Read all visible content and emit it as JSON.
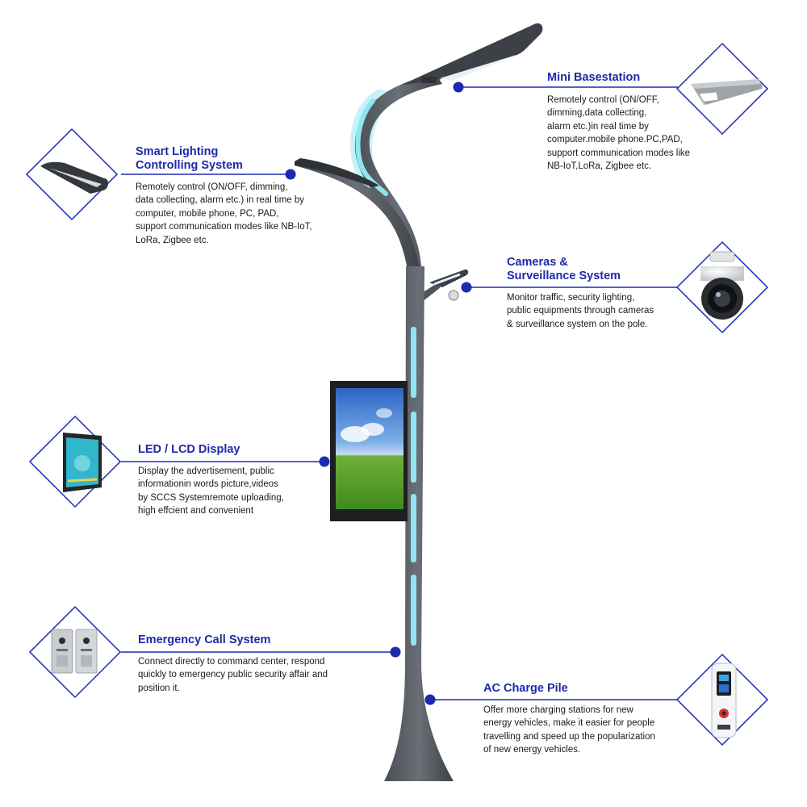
{
  "features": {
    "mini_basestation": {
      "title": [
        "Mini Basestation"
      ],
      "description": [
        "Remotely control (ON/OFF,",
        "dimming,data collecting,",
        "alarm etc.)in real time by",
        "computer.mobile phone.PC,PAD,",
        "support communication modes like",
        "NB-IoT,LoRa, Zigbee etc."
      ],
      "icon": "streetlight-head-icon"
    },
    "smart_lighting": {
      "title": [
        "Smart Lighting",
        "Controlling System"
      ],
      "description": [
        "Remotely control (ON/OFF, dimming,",
        "data collecting, alarm etc.) in real time by",
        "computer, mobile phone, PC, PAD,",
        "support communication modes like NB-IoT,",
        "LoRa, Zigbee etc."
      ],
      "icon": "lamp-head-icon"
    },
    "cameras": {
      "title": [
        "Cameras &",
        "Surveillance System"
      ],
      "description": [
        "Monitor traffic, security lighting,",
        "public equipments through cameras",
        "& surveillance system on the pole."
      ],
      "icon": "dome-camera-icon"
    },
    "display": {
      "title": [
        "LED / LCD Display"
      ],
      "description": [
        "Display the advertisement, public",
        "informationin  words picture,videos",
        "by SCCS Systemremote uploading,",
        "high effcient and convenient"
      ],
      "icon": "lcd-screen-icon"
    },
    "emergency": {
      "title": [
        "Emergency Call System"
      ],
      "description": [
        "Connect directly to command center, respond",
        "quickly to emergency public security affair and",
        "position it."
      ],
      "icon": "intercom-panel-icon"
    },
    "charge_pile": {
      "title": [
        "AC Charge Pile"
      ],
      "description": [
        "Offer more charging stations for new",
        "energy vehicles, make it easier for people",
        "travelling and speed up the popularization",
        "of new energy vehicles."
      ],
      "icon": "ev-charger-icon"
    }
  },
  "colors": {
    "accent_blue": "#1e2aa8",
    "line_blue": "#1b2bb0",
    "pole_gray": "#5d6168",
    "glow_cyan": "#8fe6f2"
  }
}
